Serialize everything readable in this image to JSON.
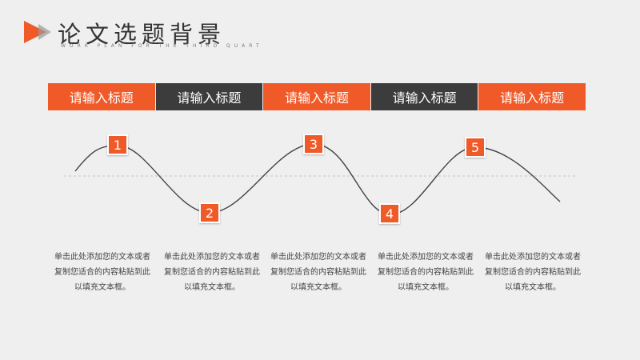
{
  "header": {
    "title": "论文选题背景",
    "subtitle": "WORK PLAN FOR THE THIRD QUART"
  },
  "tabs": [
    {
      "label": "请输入标题",
      "style": "orange"
    },
    {
      "label": "请输入标题",
      "style": "dark"
    },
    {
      "label": "请输入标题",
      "style": "orange"
    },
    {
      "label": "请输入标题",
      "style": "dark"
    },
    {
      "label": "请输入标题",
      "style": "orange"
    }
  ],
  "markers": [
    "1",
    "2",
    "3",
    "4",
    "5"
  ],
  "descriptions": [
    "单击此处添加您的文本或者复制您适合的内容粘贴到此以填充文本框。",
    "单击此处添加您的文本或者复制您适合的内容粘贴到此以填充文本框。",
    "单击此处添加您的文本或者复制您适合的内容粘贴到此以填充文本框。",
    "单击此处添加您的文本或者复制您适合的内容粘贴到此以填充文本框。",
    "单击此处添加您的文本或者复制您适合的内容粘贴到此以填充文本框。"
  ],
  "colors": {
    "accent": "#f05a28",
    "dark": "#3c3c3c",
    "background": "#efefef"
  },
  "icons": {
    "logo": "arrow-right-icon"
  }
}
